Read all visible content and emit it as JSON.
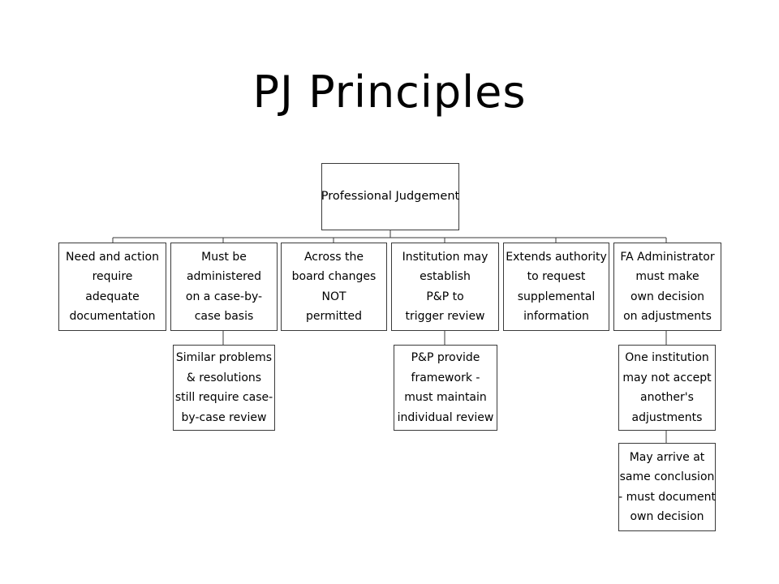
{
  "title": "PJ Principles",
  "root": {
    "lines": [
      "Professional Judgement"
    ]
  },
  "children": [
    {
      "lines": [
        "Need and action",
        "require",
        "adequate",
        "documentation"
      ]
    },
    {
      "lines": [
        "Must be",
        "administered",
        "on a case-by-",
        "case basis"
      ]
    },
    {
      "lines": [
        "Across the",
        "board changes",
        "NOT",
        "permitted"
      ]
    },
    {
      "lines": [
        "Institution may",
        "establish",
        "P&P to",
        "trigger review"
      ]
    },
    {
      "lines": [
        "Extends authority",
        "to request",
        "supplemental",
        "information"
      ]
    },
    {
      "lines": [
        "FA Administrator",
        "must make",
        "own decision",
        "on adjustments"
      ]
    }
  ],
  "sub_nodes": [
    {
      "lines": [
        "Similar problems",
        "& resolutions",
        "still require case-",
        "by-case review"
      ]
    },
    {
      "lines": [
        "P&P provide",
        "framework -",
        "must maintain",
        "individual review"
      ]
    },
    {
      "lines": [
        "One institution",
        "may not accept",
        "another's",
        "adjustments"
      ]
    },
    {
      "lines": [
        "May arrive at",
        "same conclusion",
        "- must document",
        "own decision"
      ]
    }
  ]
}
